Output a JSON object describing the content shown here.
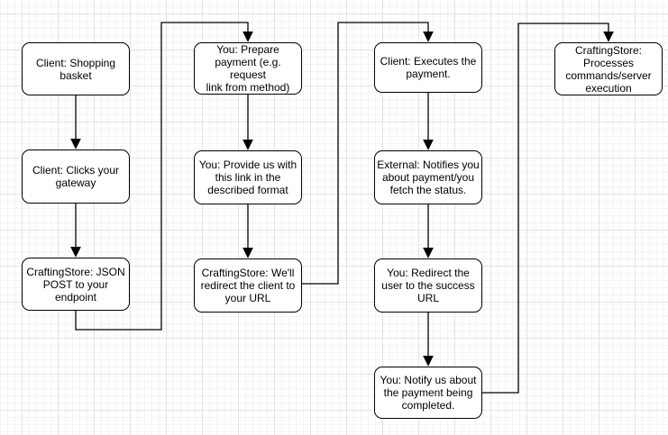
{
  "colors": {
    "background": "#ffffff",
    "grid_minor": "#f4f4f4",
    "grid_major": "#e3e3e3",
    "node_fill": "#ffffff",
    "node_border": "#000000",
    "connector": "#000000",
    "text": "#000000"
  },
  "diagram": {
    "boxes": [
      {
        "id": "client-shopping-basket",
        "label": "Client: Shopping\nbasket"
      },
      {
        "id": "client-clicks-gateway",
        "label": "Client: Clicks your\ngateway"
      },
      {
        "id": "craftingstore-json-post",
        "label": "CraftingStore: JSON\nPOST to your\nendpoint"
      },
      {
        "id": "you-prepare-payment",
        "label": "You: Prepare\npayment (e.g. request\nlink from method)"
      },
      {
        "id": "you-provide-link",
        "label": "You: Provide us with\nthis link in the\ndescribed format"
      },
      {
        "id": "craftingstore-redirect-client",
        "label": "CraftingStore: We'll\nredirect the client to\nyour URL"
      },
      {
        "id": "client-executes-payment",
        "label": "Client: Executes the\npayment."
      },
      {
        "id": "external-notifies-payment",
        "label": "External: Notifies you\nabout payment/you\nfetch the status."
      },
      {
        "id": "you-redirect-success-url",
        "label": "You: Redirect the\nuser to the success\nURL"
      },
      {
        "id": "you-notify-completed",
        "label": "You: Notify us about\nthe payment being\ncompleted."
      },
      {
        "id": "craftingstore-processes-commands",
        "label": "CraftingStore:\nProcesses\ncommands/server\nexecution"
      }
    ],
    "edges": [
      {
        "from": "client-shopping-basket",
        "to": "client-clicks-gateway"
      },
      {
        "from": "client-clicks-gateway",
        "to": "craftingstore-json-post"
      },
      {
        "from": "craftingstore-json-post",
        "to": "you-prepare-payment"
      },
      {
        "from": "you-prepare-payment",
        "to": "you-provide-link"
      },
      {
        "from": "you-provide-link",
        "to": "craftingstore-redirect-client"
      },
      {
        "from": "craftingstore-redirect-client",
        "to": "client-executes-payment"
      },
      {
        "from": "client-executes-payment",
        "to": "external-notifies-payment"
      },
      {
        "from": "external-notifies-payment",
        "to": "you-redirect-success-url"
      },
      {
        "from": "you-redirect-success-url",
        "to": "you-notify-completed"
      },
      {
        "from": "you-notify-completed",
        "to": "craftingstore-processes-commands"
      }
    ]
  }
}
